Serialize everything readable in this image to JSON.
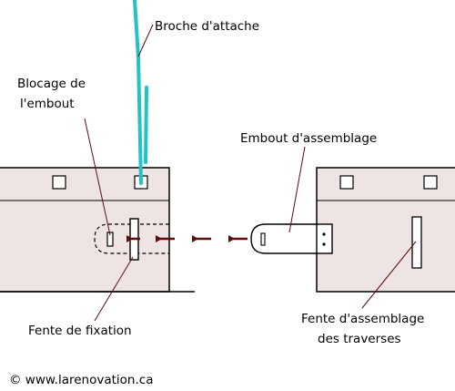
{
  "labels": {
    "attach_pin": "Broche d'attache",
    "tip_lock_line1": "Blocage de",
    "tip_lock_line2": "l'embout",
    "assembly_tip": "Embout d'assemblage",
    "fixing_slot": "Fente de fixation",
    "crossbar_slot_line1": "Fente d'assemblage",
    "crossbar_slot_line2": "des traverses",
    "copyright": "© www.larenovation.ca"
  },
  "colors": {
    "rail_fill": "#efe4e4",
    "pin": "#22c2c6",
    "arrow": "#5a0e0e",
    "leader": "#5a0e0e",
    "outline": "#000000"
  }
}
